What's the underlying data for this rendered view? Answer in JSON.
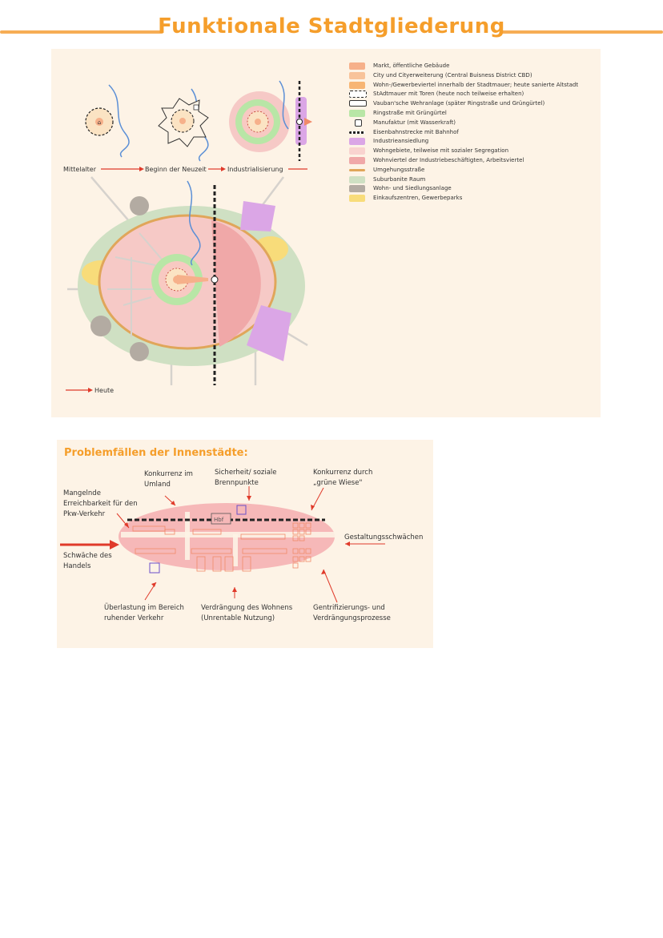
{
  "page": {
    "title": "Funktionale Stadtgliederung"
  },
  "timeline": {
    "stage1": "Mittelalter",
    "stage2": "Beginn der Neuzeit",
    "stage3": "Industrialisierung",
    "today": "Heute"
  },
  "legend": [
    {
      "label": "Markt, öffentliche Gebäude",
      "color": "#f6b08a"
    },
    {
      "label": "City und Cityerweiterung (Central Buisness District CBD)",
      "color": "#f8c39a"
    },
    {
      "label": "Wohn-/Gewerbeviertel innerhalb der Stadtmauer; heute sanierte Altstadt",
      "color": "#f7b574"
    },
    {
      "label": "StAdtmauer mit Toren (heute noch teilweise erhalten)",
      "color": "#ffffff"
    },
    {
      "label": "Vauban'sche Wehranlage (später Ringstraße und Grüngürtel)",
      "color": "#ffffff"
    },
    {
      "label": "Ringstraße mit Grüngürtel",
      "color": "#b8e6a6"
    },
    {
      "label": "Manufaktur (mit Wasserkraft)",
      "color": "#ffffff"
    },
    {
      "label": "Eisenbahnstrecke mit Bahnhof",
      "color": "#ffffff"
    },
    {
      "label": "Industrieansiedlung",
      "color": "#dba6e6"
    },
    {
      "label": "Wohngebiete, teilweise mit sozialer Segregation",
      "color": "#f9d3cf"
    },
    {
      "label": "Wohnviertel der Industriebeschäftigten, Arbeitsviertel",
      "color": "#f0a8a8"
    },
    {
      "label": "Umgehungsstraße",
      "color": "#e0a65a"
    },
    {
      "label": "Suburbanite Raum",
      "color": "#cfe0c3"
    },
    {
      "label": "Wohn- und Siedlungsanlage",
      "color": "#b3aba2"
    },
    {
      "label": "Einkaufszentren, Gewerbeparks",
      "color": "#f8dc7a"
    }
  ],
  "problems": {
    "title": "Problemfällen der Innenstädte:",
    "konkurrenz_umland": "Konkurrenz im Umland",
    "sicherheit": "Sicherheit/ soziale Brennpunkte",
    "gruene_wiese": "Konkurrenz durch „grüne Wiese\"",
    "erreichbarkeit": "Mangelnde Erreichbarkeit für den Pkw-Verkehr",
    "gestaltung": "Gestaltungsschwächen",
    "handel": "Schwäche des Handels",
    "ueberlastung": "Überlastung im Bereich ruhender Verkehr",
    "verdraengung": "Verdrängung des Wohnens (Unrentable Nutzung)",
    "gentrifizierung": "Gentrifizierungs- und Verdrängungsprozesse",
    "station": "Hbf"
  },
  "colors": {
    "accent": "#f59e2b",
    "arrow": "#e03a2a",
    "panel": "#fdf3e6"
  }
}
